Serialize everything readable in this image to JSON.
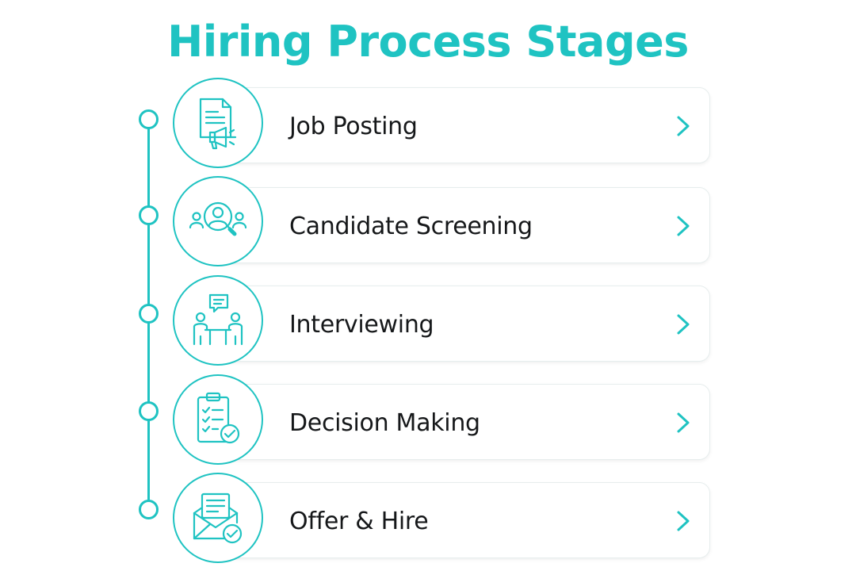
{
  "title": "Hiring Process Stages",
  "accent_color": "#1fc3c2",
  "stages": [
    {
      "label": "Job Posting",
      "icon": "document-megaphone-icon"
    },
    {
      "label": "Candidate Screening",
      "icon": "people-magnifier-icon"
    },
    {
      "label": "Interviewing",
      "icon": "interview-meeting-icon"
    },
    {
      "label": "Decision Making",
      "icon": "checklist-clipboard-icon"
    },
    {
      "label": "Offer & Hire",
      "icon": "envelope-check-icon"
    }
  ]
}
